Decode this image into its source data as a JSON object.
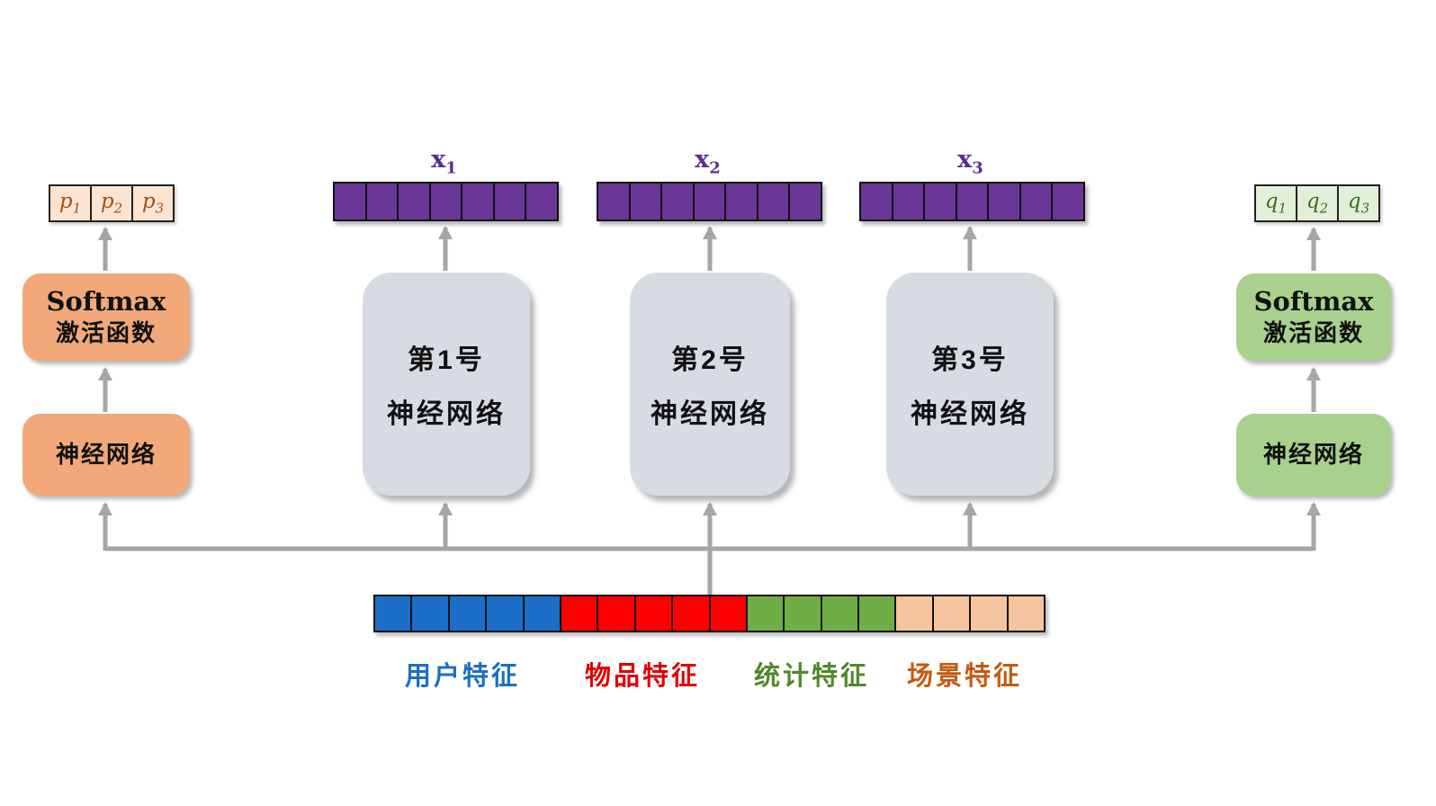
{
  "left_branch": {
    "outputs": [
      {
        "base": "p",
        "sub": "1"
      },
      {
        "base": "p",
        "sub": "2"
      },
      {
        "base": "p",
        "sub": "3"
      }
    ],
    "softmax_line1": "Softmax",
    "softmax_line2": "激活函数",
    "nn_label": "神经网络"
  },
  "right_branch": {
    "outputs": [
      {
        "base": "q",
        "sub": "1"
      },
      {
        "base": "q",
        "sub": "2"
      },
      {
        "base": "q",
        "sub": "3"
      }
    ],
    "softmax_line1": "Softmax",
    "softmax_line2": "激活函数",
    "nn_label": "神经网络"
  },
  "experts": [
    {
      "line1": "第1号",
      "line2": "神经网络",
      "vector_label_base": "x",
      "vector_label_sub": "1",
      "cells": 7
    },
    {
      "line1": "第2号",
      "line2": "神经网络",
      "vector_label_base": "x",
      "vector_label_sub": "2",
      "cells": 7
    },
    {
      "line1": "第3号",
      "line2": "神经网络",
      "vector_label_base": "x",
      "vector_label_sub": "3",
      "cells": 7
    }
  ],
  "input_vector": {
    "segments": [
      {
        "name": "用户特征",
        "cells": 5,
        "color": "#1b6fc8",
        "label_color": "#1b6fc8"
      },
      {
        "name": "物品特征",
        "cells": 5,
        "color": "#fe0000",
        "label_color": "#e00000"
      },
      {
        "name": "统计特征",
        "cells": 4,
        "color": "#6fae44",
        "label_color": "#4e8a2a"
      },
      {
        "name": "场景特征",
        "cells": 4,
        "color": "#f4c59e",
        "label_color": "#c55a11"
      }
    ]
  },
  "colors": {
    "orange_box": "#f2a878",
    "peach_cell": "#fbe4d2",
    "peach_text": "#a6500f",
    "green_box": "#a9d18e",
    "lightgreen_cell": "#e2efd9",
    "green_text": "#3f6b21",
    "expert_box": "#d7dce3",
    "vector_fill": "#6a3796",
    "vector_label": "#5b2d90",
    "arrow": "#a6a6a6"
  }
}
